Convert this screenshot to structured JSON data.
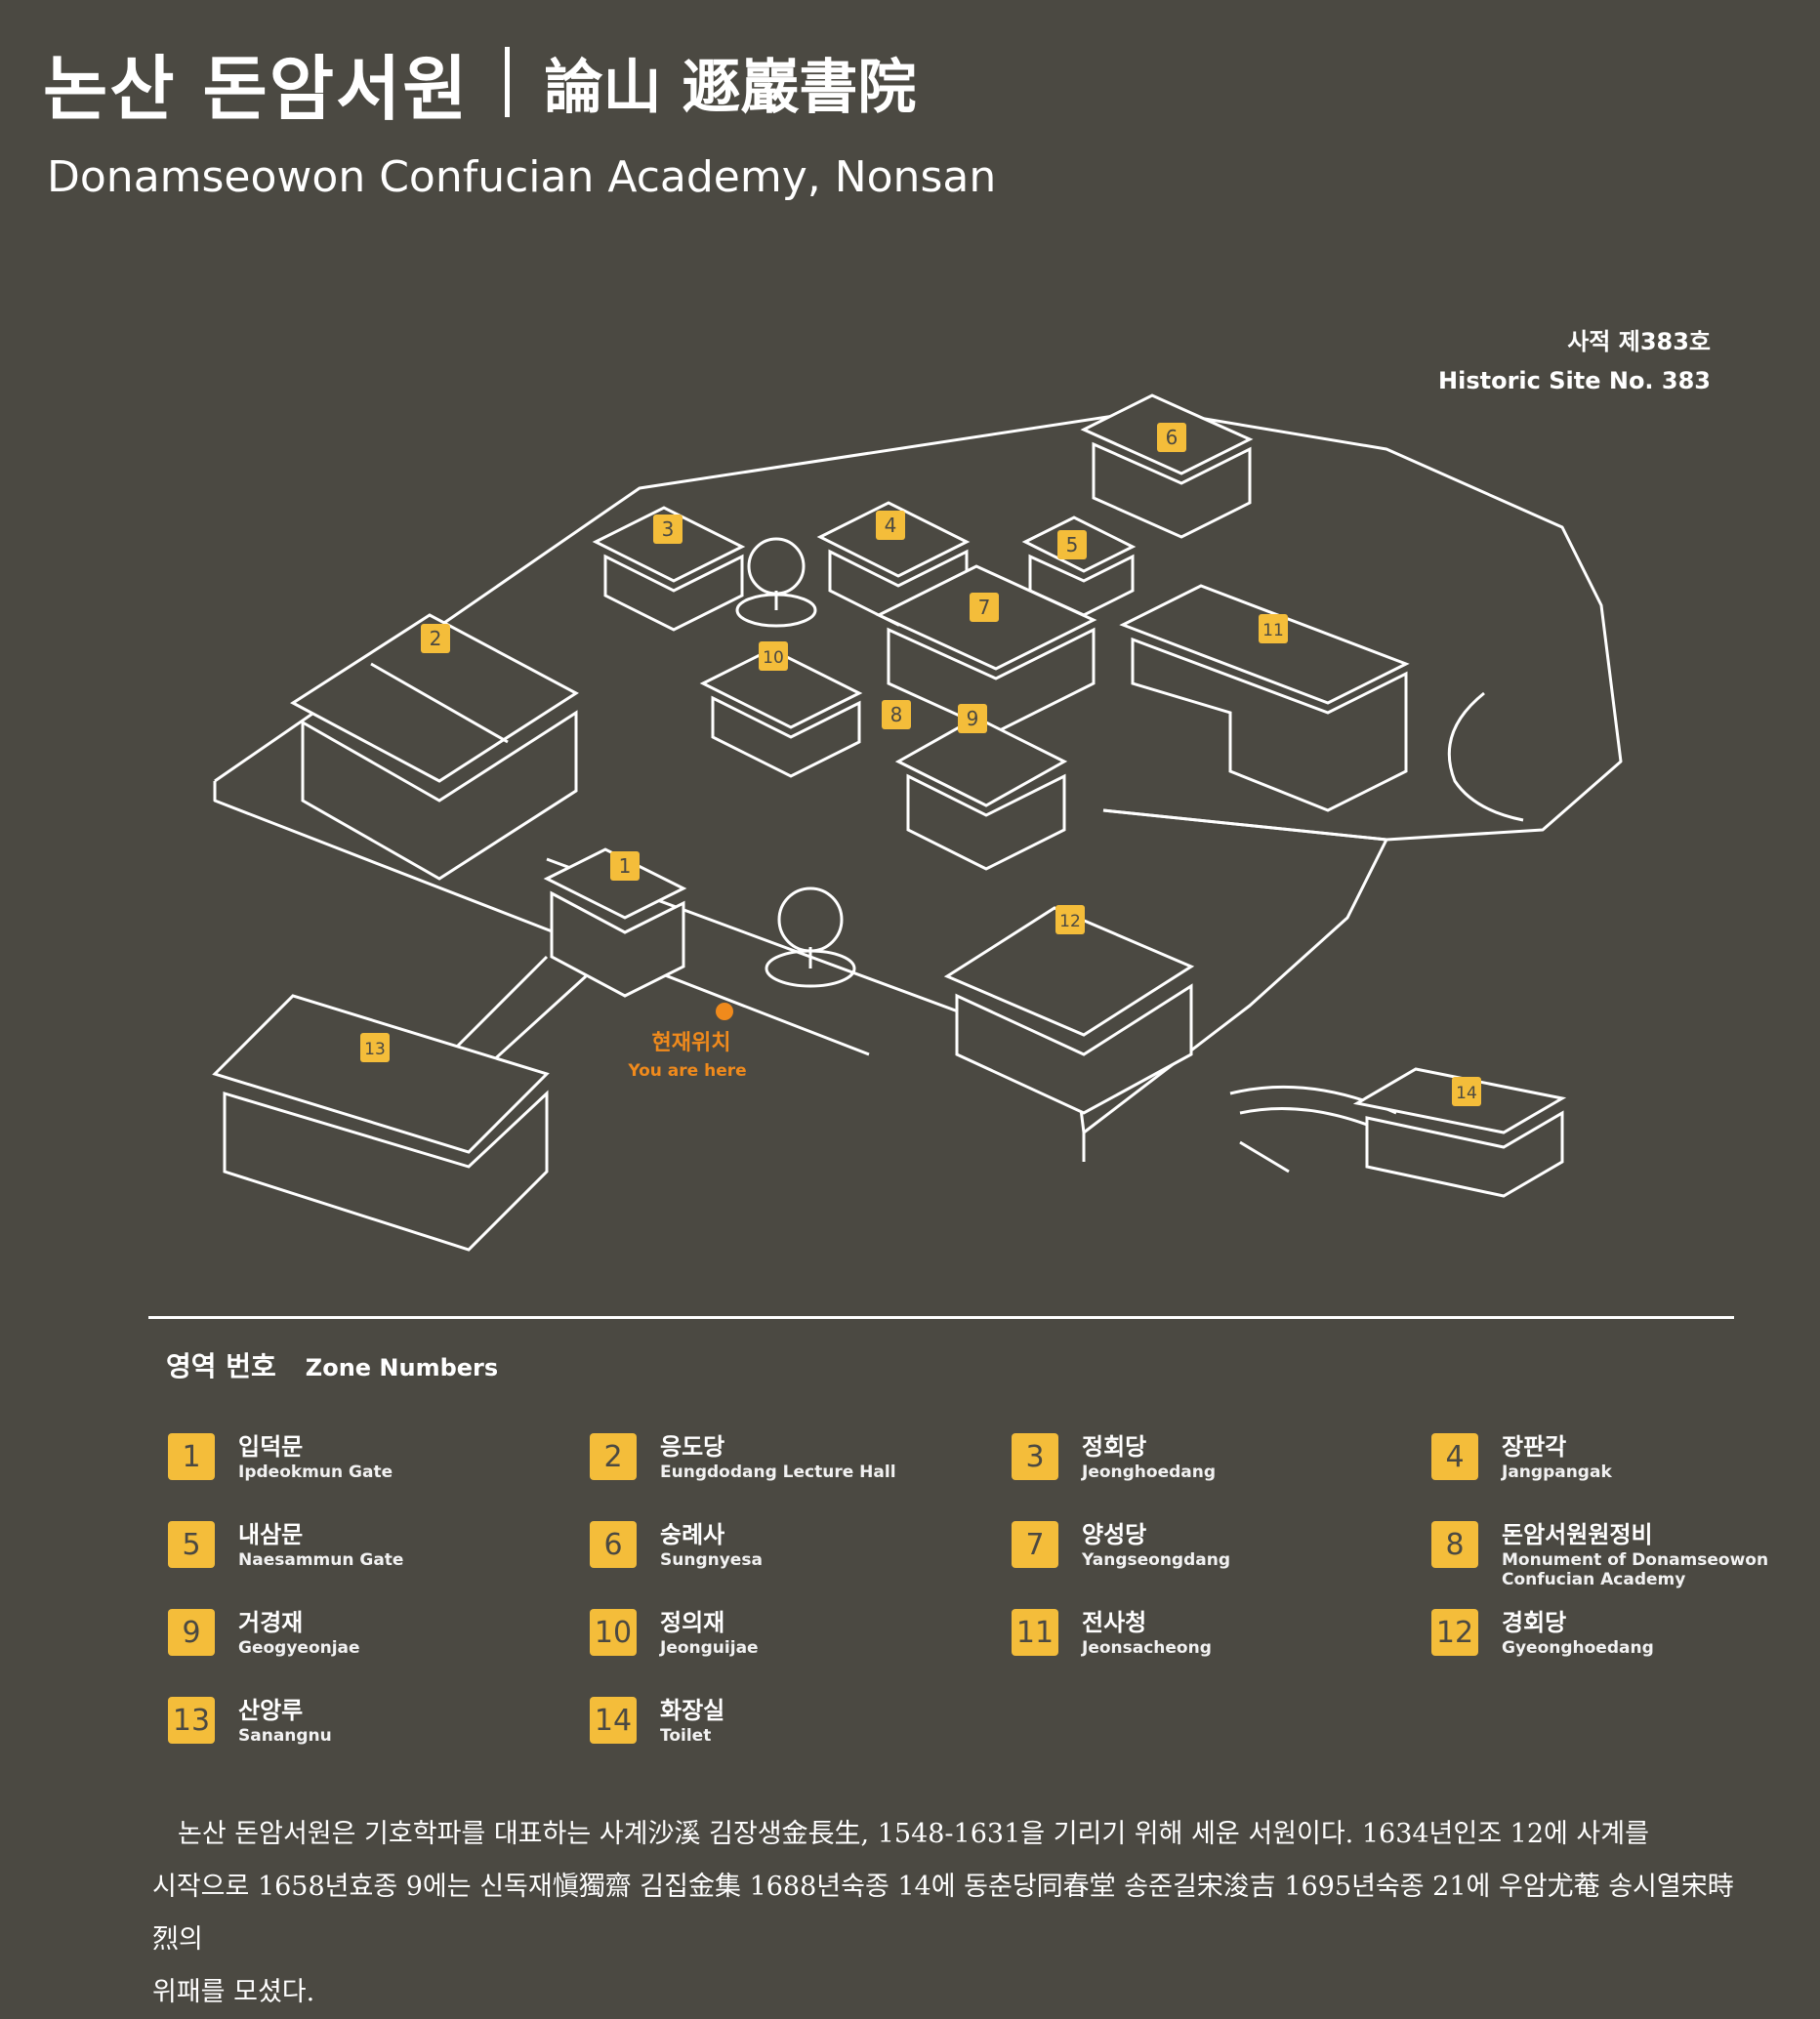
{
  "header": {
    "title_ko": "논산 돈암서원",
    "title_hanja": "論山 遯巖書院",
    "title_en": "Donamseowon Confucian Academy, Nonsan"
  },
  "site": {
    "number_ko": "사적 제383호",
    "number_en": "Historic Site No. 383"
  },
  "map": {
    "you_are_here_ko": "현재위치",
    "you_are_here_en": "You are here",
    "labels": [
      "1",
      "2",
      "3",
      "4",
      "5",
      "6",
      "7",
      "8",
      "9",
      "10",
      "11",
      "12",
      "13",
      "14"
    ]
  },
  "zones": {
    "title_ko": "영역 번호",
    "title_en": "Zone Numbers",
    "items": [
      {
        "num": "1",
        "ko": "입덕문",
        "en": "Ipdeokmun Gate"
      },
      {
        "num": "2",
        "ko": "응도당",
        "en": "Eungdodang Lecture Hall"
      },
      {
        "num": "3",
        "ko": "정회당",
        "en": "Jeonghoedang"
      },
      {
        "num": "4",
        "ko": "장판각",
        "en": "Jangpangak"
      },
      {
        "num": "5",
        "ko": "내삼문",
        "en": "Naesammun Gate"
      },
      {
        "num": "6",
        "ko": "숭례사",
        "en": "Sungnyesa"
      },
      {
        "num": "7",
        "ko": "양성당",
        "en": "Yangseongdang"
      },
      {
        "num": "8",
        "ko": "돈암서원원정비",
        "en": "Monument of Donamseowon Confucian Academy"
      },
      {
        "num": "9",
        "ko": "거경재",
        "en": "Geogyeonjae"
      },
      {
        "num": "10",
        "ko": "정의재",
        "en": "Jeonguijae"
      },
      {
        "num": "11",
        "ko": "전사청",
        "en": "Jeonsacheong"
      },
      {
        "num": "12",
        "ko": "경회당",
        "en": "Gyeonghoedang"
      },
      {
        "num": "13",
        "ko": "산앙루",
        "en": "Sanangnu"
      },
      {
        "num": "14",
        "ko": "화장실",
        "en": "Toilet"
      }
    ]
  },
  "description": {
    "line1": "논산 돈암서원은 기호학파를 대표하는 사계沙溪 김장생金長生, 1548-1631을 기리기 위해 세운 서원이다. 1634년인조 12에 사계를",
    "line2": "시작으로 1658년효종 9에는 신독재愼獨齋 김집金集 1688년숙종 14에 동춘당同春堂 송준길宋浚吉 1695년숙종 21에 우암尤菴 송시열宋時烈의",
    "line3": "위패를 모셨다."
  },
  "colors": {
    "background": "#4b4942",
    "line": "#ffffff",
    "badge": "#f4bd3a",
    "marker": "#f08a1c"
  }
}
